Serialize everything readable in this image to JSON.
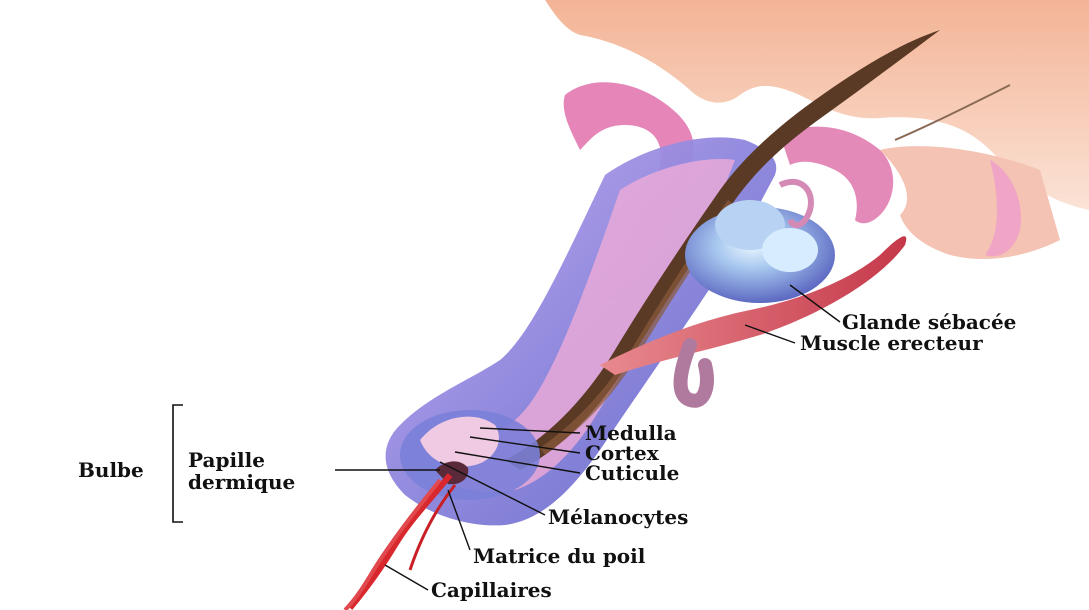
{
  "labels": {
    "glande": "Glande sébacée",
    "muscle": "Muscle erecteur",
    "medulla": "Medulla",
    "cortex": "Cortex",
    "cuticule": "Cuticule",
    "papille_line1": "Papille",
    "papille_line2": "dermique",
    "bulbe": "Bulbe",
    "melanocytes": "Mélanocytes",
    "matrice": "Matrice du poil",
    "capillaires": "Capillaires"
  },
  "colors": {
    "skin": "#f6c9b5",
    "epidermis": "#e07ab0",
    "sheath": "#9a90dd",
    "hair": "#5a3a25",
    "gland": "#7e9ad8",
    "muscle": "#d84c57",
    "vessel": "#d8282d"
  }
}
